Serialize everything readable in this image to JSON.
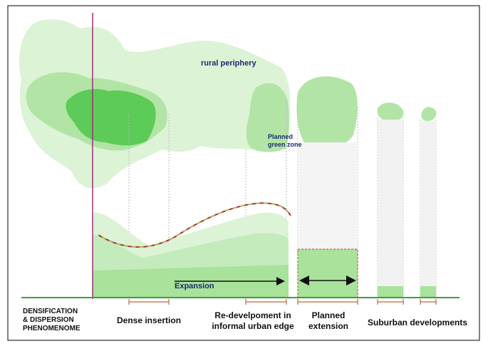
{
  "labels": {
    "rural_periphery": "rural periphery",
    "planned_green_zone": "Planned\ngreen zone",
    "expansion": "Expansion",
    "densification": "DENSIFICATION\n& DISPERSION\nPHENOMENOME",
    "dense_insertion": "Dense insertion",
    "redevelopment": "Re-develpoment in\ninformal urban edge",
    "planned_extension": "Planned\nextension",
    "suburban": "Suburban developments"
  },
  "colors": {
    "green_light": "#d9f2d3",
    "green_mid": "#a8e29b",
    "green_dark": "#4fc24a",
    "baseline": "#3f9e3a",
    "vertical_line": "#a0307a",
    "dashed_curve_a": "#b22a4a",
    "dashed_curve_b": "#a8b84a",
    "extension_box": "#c8643a",
    "text_dark": "#111111",
    "text_blue": "#1b2a6e"
  }
}
